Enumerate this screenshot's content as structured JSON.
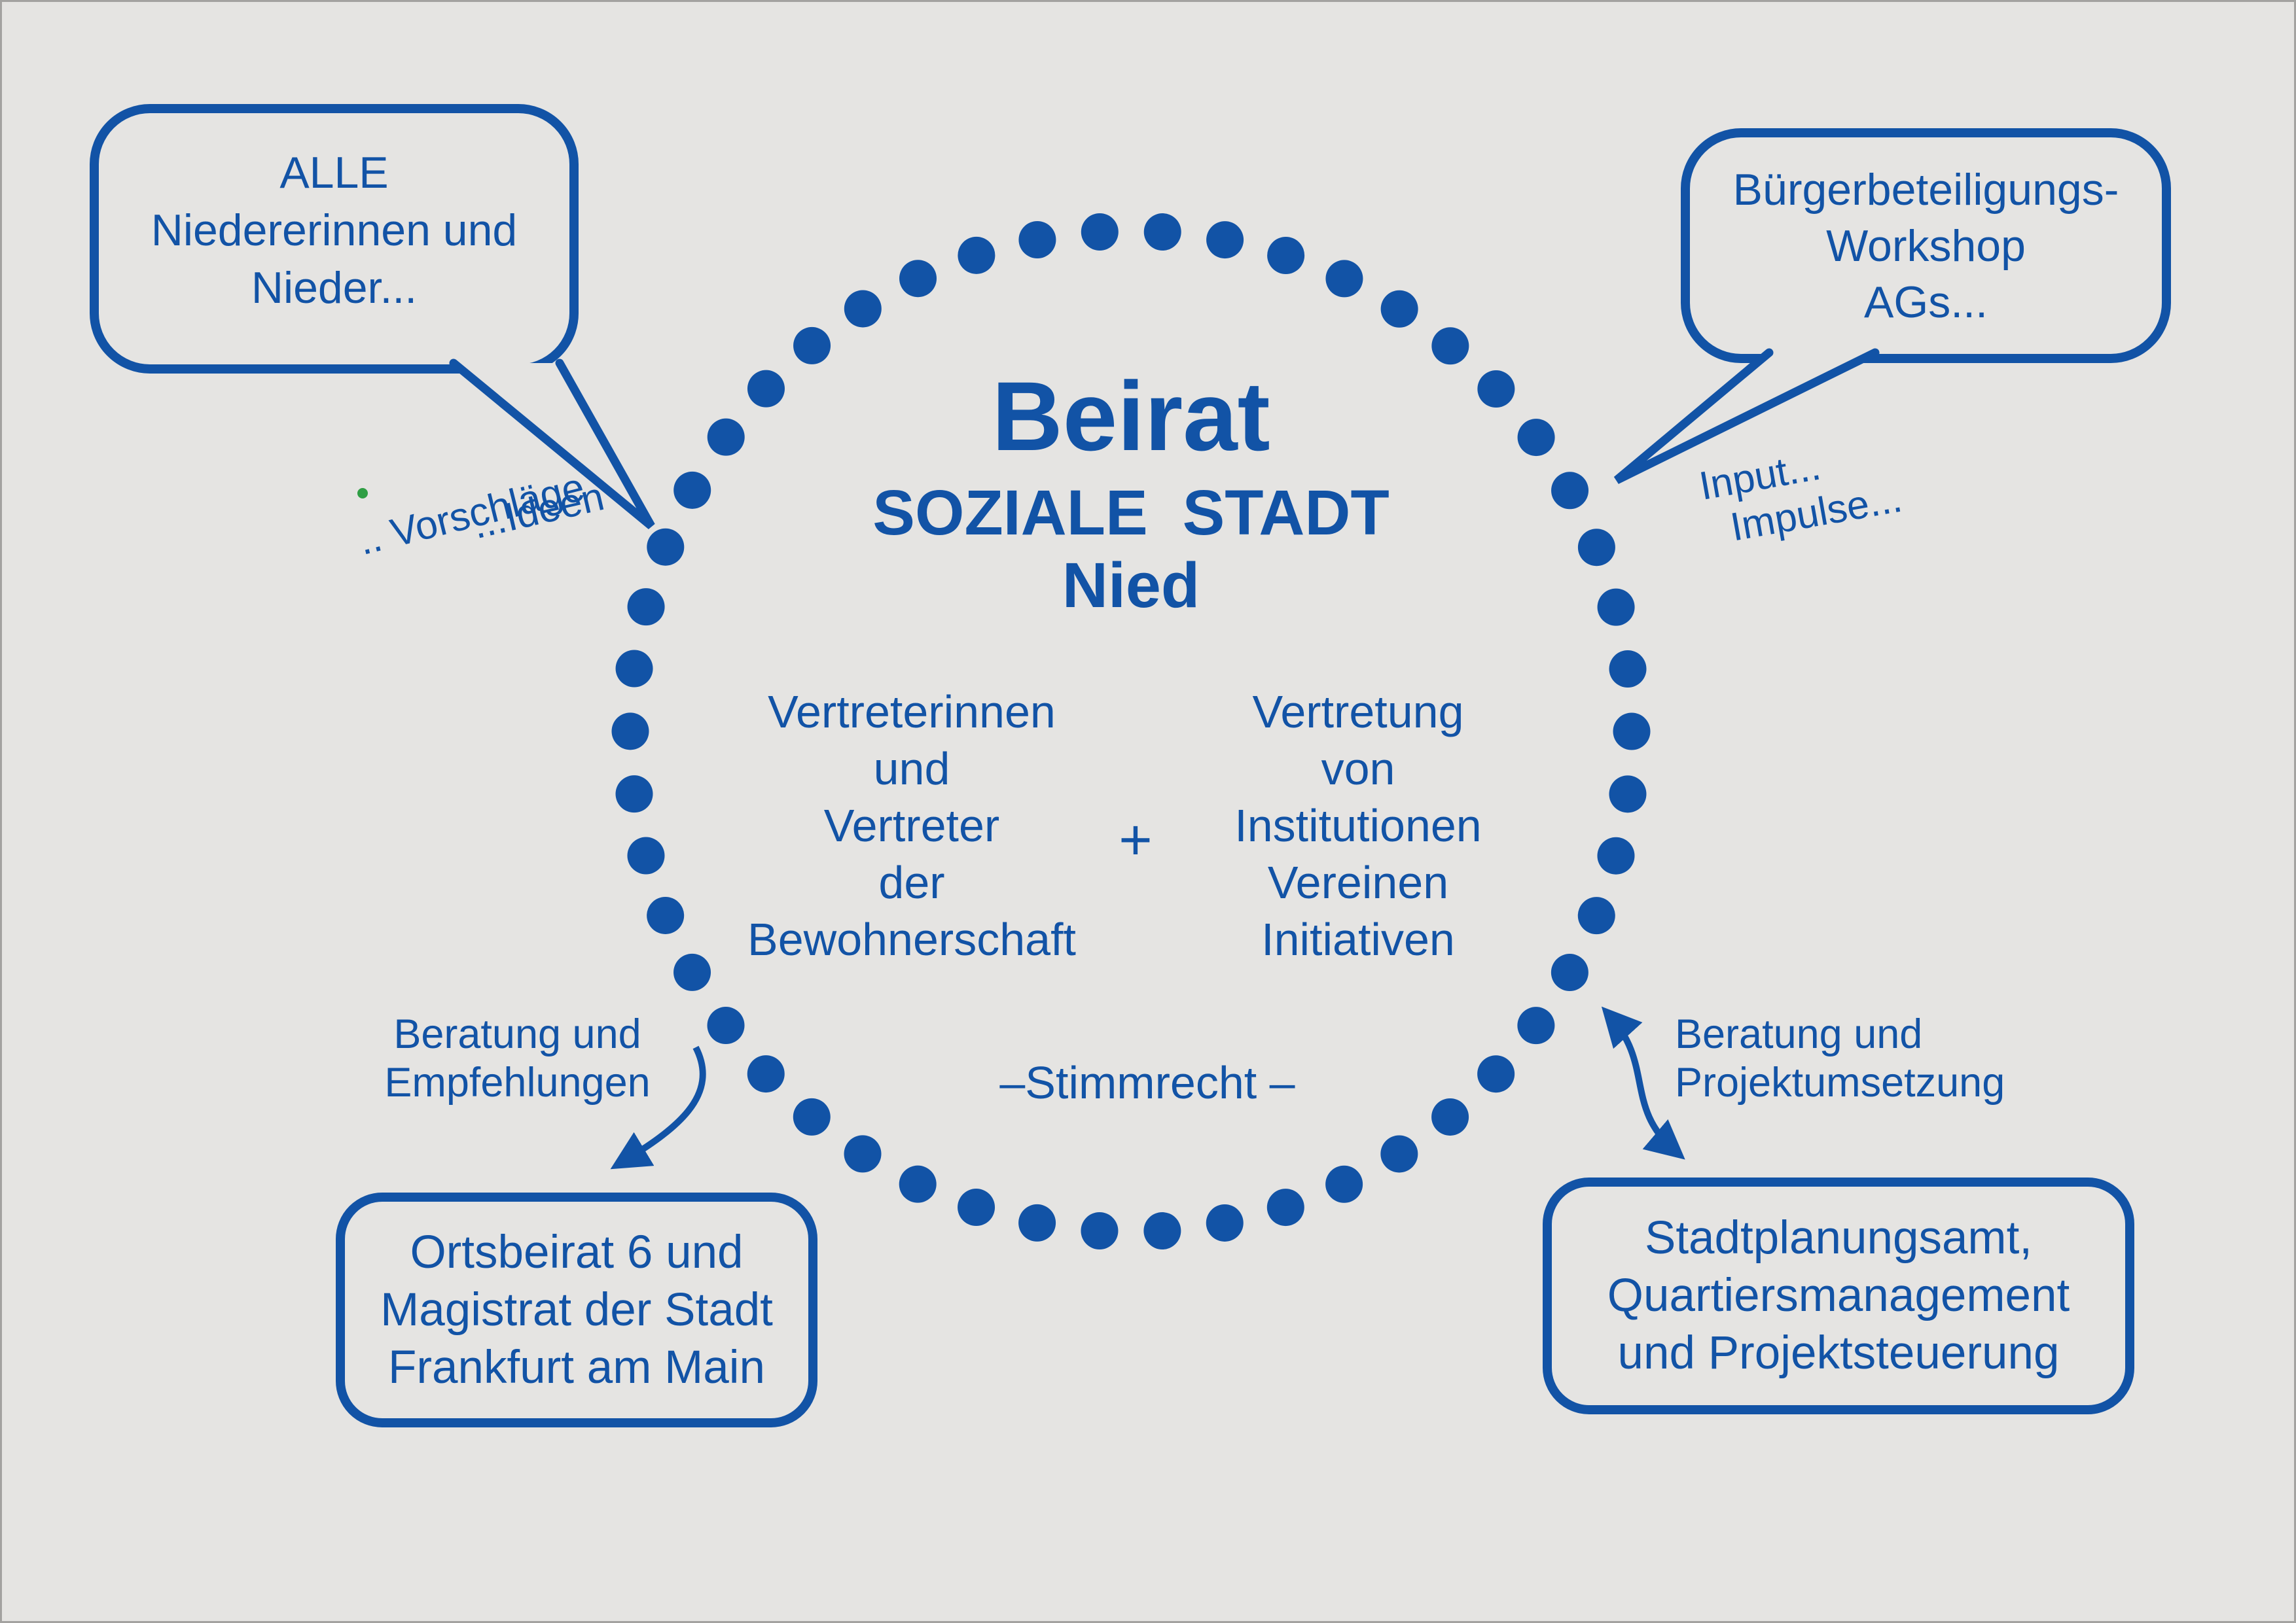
{
  "colors": {
    "accent": "#1253a6",
    "background": "#e5e4e2",
    "green": "#2f9e44"
  },
  "circle": {
    "title": "Beirat",
    "subtitle": "SOZIALE STADT",
    "location": "Nied",
    "left_group": [
      "Vertreterinnen",
      "und",
      "Vertreter",
      "der",
      "Bewohnerschaft"
    ],
    "plus": "+",
    "right_group": [
      "Vertretung",
      "von",
      "Institutionen",
      "Vereinen",
      "Initiativen"
    ],
    "voting_note": "–Stimmrecht –"
  },
  "speech_bubbles": {
    "top_left": [
      "ALLE",
      "Niedererinnen und",
      "Nieder..."
    ],
    "top_right": [
      "Bürgerbeteiligungs-",
      "Workshop",
      "AGs..."
    ]
  },
  "annotations": {
    "ideen": "...Ideen",
    "vorschlaege": ".. Vorschläge",
    "input": "Input...",
    "impulse": "Impulse...",
    "advice_left": [
      "Beratung und",
      "Empfehlungen"
    ],
    "advice_right": [
      "Beratung und",
      "Projektumsetzung"
    ]
  },
  "boxes": {
    "bottom_left": [
      "Ortsbeirat 6 und",
      "Magistrat der Stadt",
      "Frankfurt am Main"
    ],
    "bottom_right": [
      "Stadtplanungsamt,",
      "Quartiersmanagement",
      "und Projektsteuerung"
    ]
  }
}
